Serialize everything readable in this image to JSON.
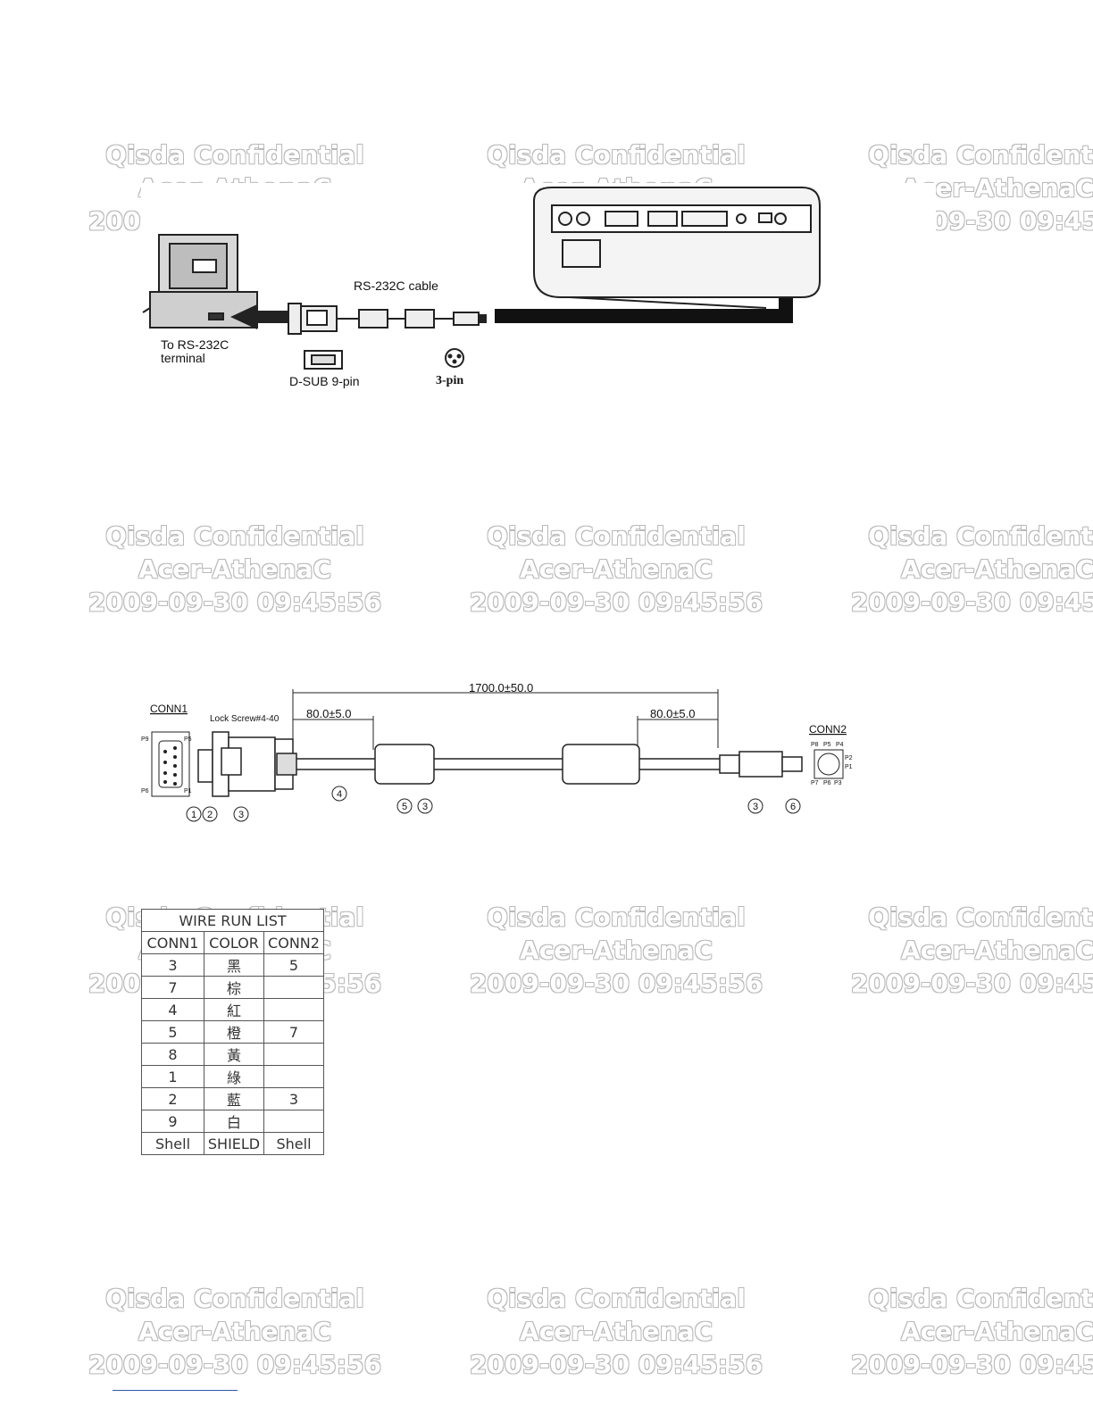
{
  "watermark": {
    "line1": "Qisda Confidential",
    "line2": "Acer-AthenaC",
    "line3": "2009-09-30 09:45:56"
  },
  "connection_figure": {
    "cable_label": "RS-232C cable",
    "terminal_label_1": "To RS-232C",
    "terminal_label_2": "terminal",
    "dsub_label": "D-SUB 9-pin",
    "minidin_label": "3-pin"
  },
  "cable_drawing": {
    "conn1_label": "CONN1",
    "conn2_label": "CONN2",
    "lock_screw_label": "Lock Screw#4-40",
    "overall_length": "1700.0±50.0",
    "left_offset": "80.0±5.0",
    "right_offset": "80.0±5.0",
    "pin_labels_left": [
      "P9",
      "P5",
      "P6",
      "P1"
    ],
    "pin_labels_right": [
      "P8",
      "P5",
      "P4",
      "P2",
      "P1",
      "P7",
      "P6",
      "P3"
    ],
    "callouts": [
      "1",
      "2",
      "3",
      "4",
      "5",
      "3",
      "3",
      "6"
    ]
  },
  "wire_run_list": {
    "title": "WIRE  RUN  LIST",
    "headers": [
      "CONN1",
      "COLOR",
      "CONN2"
    ],
    "rows": [
      [
        "3",
        "黑",
        "5"
      ],
      [
        "7",
        "棕",
        ""
      ],
      [
        "4",
        "紅",
        ""
      ],
      [
        "5",
        "橙",
        "7"
      ],
      [
        "8",
        "黃",
        ""
      ],
      [
        "1",
        "綠",
        ""
      ],
      [
        "2",
        "藍",
        "3"
      ],
      [
        "9",
        "白",
        ""
      ],
      [
        "Shell",
        "SHIELD",
        "Shell"
      ]
    ]
  }
}
